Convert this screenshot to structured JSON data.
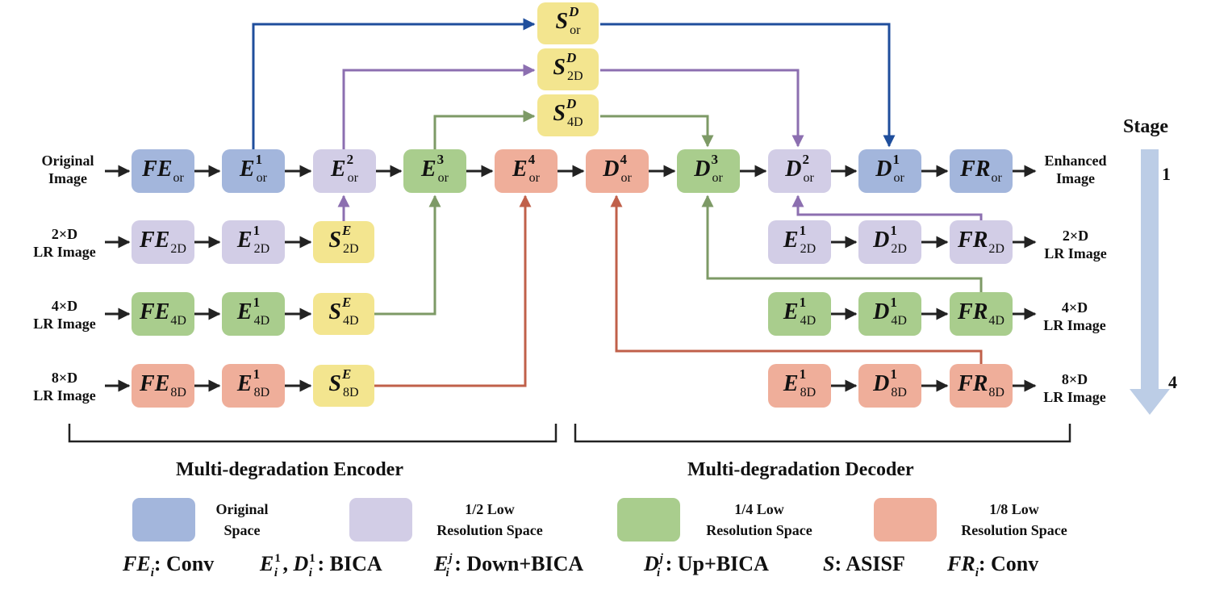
{
  "inputs": {
    "original": [
      "Original",
      "Image"
    ],
    "d2": [
      "2×D",
      "LR Image"
    ],
    "d4": [
      "4×D",
      "LR  Image"
    ],
    "d8": [
      "8×D",
      "LR  Image"
    ]
  },
  "outputs": {
    "enhanced": [
      "Enhanced",
      "Image"
    ],
    "d2": [
      "2×D",
      "LR Image"
    ],
    "d4": [
      "4×D",
      "LR  Image"
    ],
    "d8": [
      "8×D",
      "LR  Image"
    ]
  },
  "nodes": {
    "fe_or": {
      "base": "FE",
      "sub": "or"
    },
    "e1_or": {
      "base": "E",
      "sup": "1",
      "sub": "or"
    },
    "e2_or": {
      "base": "E",
      "sup": "2",
      "sub": "or"
    },
    "e3_or": {
      "base": "E",
      "sup": "3",
      "sub": "or"
    },
    "e4_or": {
      "base": "E",
      "sup": "4",
      "sub": "or"
    },
    "d4_or": {
      "base": "D",
      "sup": "4",
      "sub": "or"
    },
    "d3_or": {
      "base": "D",
      "sup": "3",
      "sub": "or"
    },
    "d2_or": {
      "base": "D",
      "sup": "2",
      "sub": "or"
    },
    "d1_or": {
      "base": "D",
      "sup": "1",
      "sub": "or"
    },
    "fr_or": {
      "base": "FR",
      "sub": "or"
    },
    "fe_2d": {
      "base": "FE",
      "sub": "2D"
    },
    "e1_2d": {
      "base": "E",
      "sup": "1",
      "sub": "2D"
    },
    "se_2d": {
      "base": "S",
      "sup": "E",
      "sub": "2D"
    },
    "fe_4d": {
      "base": "FE",
      "sub": "4D"
    },
    "e1_4d": {
      "base": "E",
      "sup": "1",
      "sub": "4D"
    },
    "se_4d": {
      "base": "S",
      "sup": "E",
      "sub": "4D"
    },
    "fe_8d": {
      "base": "FE",
      "sub": "8D"
    },
    "e1_8d": {
      "base": "E",
      "sup": "1",
      "sub": "8D"
    },
    "se_8d": {
      "base": "S",
      "sup": "E",
      "sub": "8D"
    },
    "sd_or": {
      "base": "S",
      "sup": "D",
      "sub": "or"
    },
    "sd_2d": {
      "base": "S",
      "sup": "D",
      "sub": "2D"
    },
    "sd_4d": {
      "base": "S",
      "sup": "D",
      "sub": "4D"
    },
    "de1_2d": {
      "base": "E",
      "sup": "1",
      "sub": "2D"
    },
    "dd1_2d": {
      "base": "D",
      "sup": "1",
      "sub": "2D"
    },
    "fr_2d": {
      "base": "FR",
      "sub": "2D"
    },
    "de1_4d": {
      "base": "E",
      "sup": "1",
      "sub": "4D"
    },
    "dd1_4d": {
      "base": "D",
      "sup": "1",
      "sub": "4D"
    },
    "fr_4d": {
      "base": "FR",
      "sub": "4D"
    },
    "de1_8d": {
      "base": "E",
      "sup": "1",
      "sub": "8D"
    },
    "dd1_8d": {
      "base": "D",
      "sup": "1",
      "sub": "8D"
    },
    "fr_8d": {
      "base": "FR",
      "sub": "8D"
    }
  },
  "sections": {
    "encoder": "Multi-degradation  Encoder",
    "decoder": "Multi-degradation Decoder"
  },
  "legend": {
    "original": [
      "Original",
      "Space"
    ],
    "half": [
      "1/2 Low",
      "Resolution Space"
    ],
    "quarter": [
      "1/4 Low",
      "Resolution Space"
    ],
    "eighth": [
      "1/8 Low",
      "Resolution Space"
    ]
  },
  "definitions": {
    "fe": ": Conv",
    "e1d1": ": BICA",
    "ej": ": Down+BICA",
    "dj": ": Up+BICA",
    "s": ": ASISF",
    "fr": ": Conv"
  },
  "stage": {
    "title": "Stage",
    "first": "1",
    "last": "4"
  },
  "colors": {
    "original_space": "#a3b6dc",
    "half_space": "#d2cde6",
    "quarter_space": "#a9cd8d",
    "eighth_space": "#efae9a",
    "fusion": "#f3e58f",
    "blue_wire": "#1f4e9c",
    "purple_wire": "#8c6fb0",
    "green_wire": "#7d9a66",
    "red_wire": "#c0604a",
    "stage_arrow": "#bccde6"
  }
}
